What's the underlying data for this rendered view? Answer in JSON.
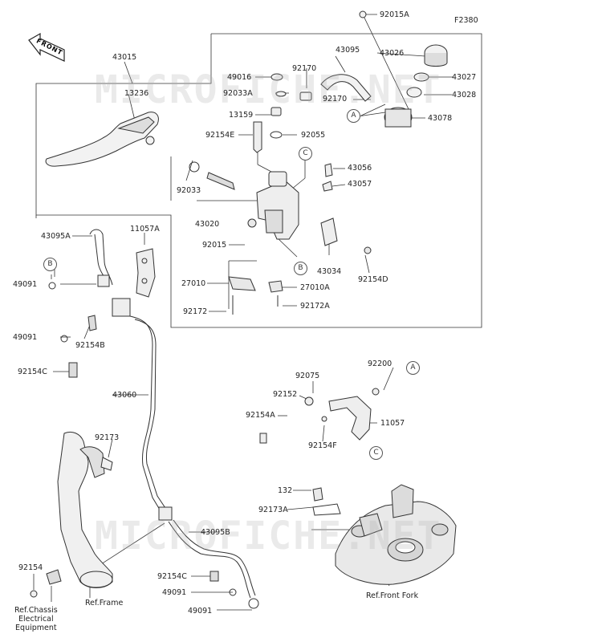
{
  "diagram_code": "F2380",
  "front_label": "FRONT",
  "watermark": "MICROFICHE.NET",
  "circled_refs": {
    "a1": "A",
    "a2": "A",
    "b1": "B",
    "b2": "B",
    "c1": "C",
    "c2": "C"
  },
  "parts": {
    "p43015": "43015",
    "p13236": "13236",
    "p92015A": "92015A",
    "p43095": "43095",
    "p43026": "43026",
    "p49016": "49016",
    "p92170a": "92170",
    "p43027": "43027",
    "p92033A": "92033A",
    "p92170b": "92170",
    "p43028": "43028",
    "p13159": "13159",
    "p43078": "43078",
    "p92154E": "92154E",
    "p92055": "92055",
    "p43056": "43056",
    "p43057": "43057",
    "p92033": "92033",
    "p43020": "43020",
    "p92015": "92015",
    "p43034": "43034",
    "p92154D": "92154D",
    "p27010": "27010",
    "p27010A": "27010A",
    "p92172": "92172",
    "p92172A": "92172A",
    "p43095A": "43095A",
    "p11057A": "11057A",
    "p49091a": "49091",
    "p49091b": "49091",
    "p92154B": "92154B",
    "p92154Ca": "92154C",
    "p43060": "43060",
    "p92075": "92075",
    "p92200": "92200",
    "p92152": "92152",
    "p92154A": "92154A",
    "p11057": "11057",
    "p92154F": "92154F",
    "p92173": "92173",
    "p132": "132",
    "p92173A": "92173A",
    "p43095B": "43095B",
    "p92154": "92154",
    "p92154Cb": "92154C",
    "p49091c": "49091",
    "p49091d": "49091"
  },
  "refs": {
    "chassis": "Ref.Chassis\nElectrical\nEquipment",
    "frame": "Ref.Frame",
    "fork": "Ref.Front Fork"
  }
}
